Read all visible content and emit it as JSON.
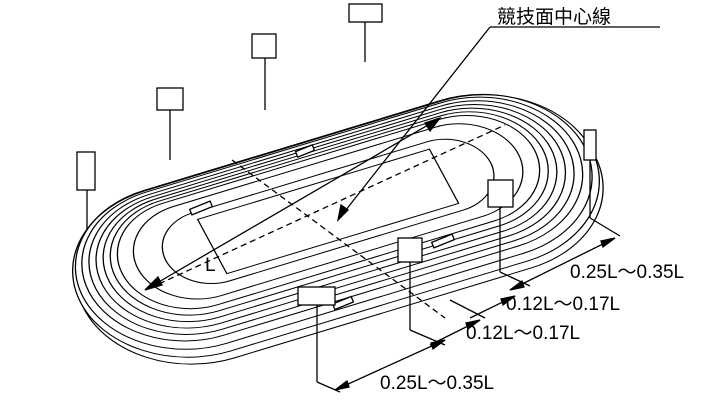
{
  "title": "競技面中心線",
  "length_label": "L",
  "dimensions": [
    "0.25L～0.35L",
    "0.12L～0.17L",
    "0.12L～0.17L",
    "0.25L～0.35L"
  ]
}
